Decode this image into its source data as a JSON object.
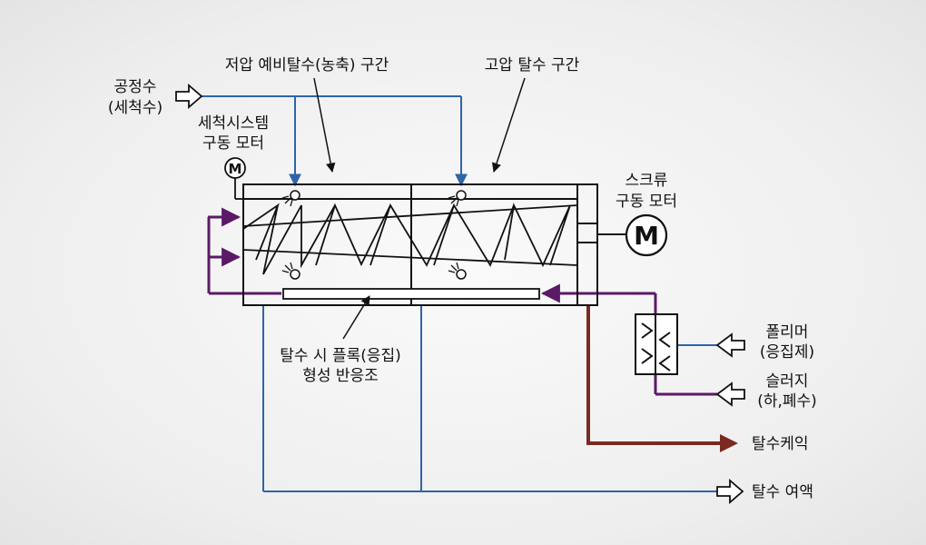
{
  "labels": {
    "low_pressure_zone": "저압 예비탈수(농축) 구간",
    "high_pressure_zone": "고압 탈수 구간",
    "process_water_line1": "공정수",
    "process_water_line2": "(세척수)",
    "wash_motor_line1": "세척시스템",
    "wash_motor_line2": "구동 모터",
    "screw_motor_line1": "스크류",
    "screw_motor_line2": "구동 모터",
    "flocculation_line1": "탈수 시 플록(응집)",
    "flocculation_line2": "형성 반응조",
    "polymer_line1": "폴리머",
    "polymer_line2": "(응집제)",
    "sludge_line1": "슬러지",
    "sludge_line2": "(하,폐수)",
    "cake": "탈수케익",
    "filtrate": "탈수 여액"
  },
  "motor_symbol": "M",
  "colors": {
    "water_line": "#2e64a8",
    "sludge_line": "#5a1a66",
    "cake_line": "#7a2a22",
    "outline": "#111111"
  }
}
